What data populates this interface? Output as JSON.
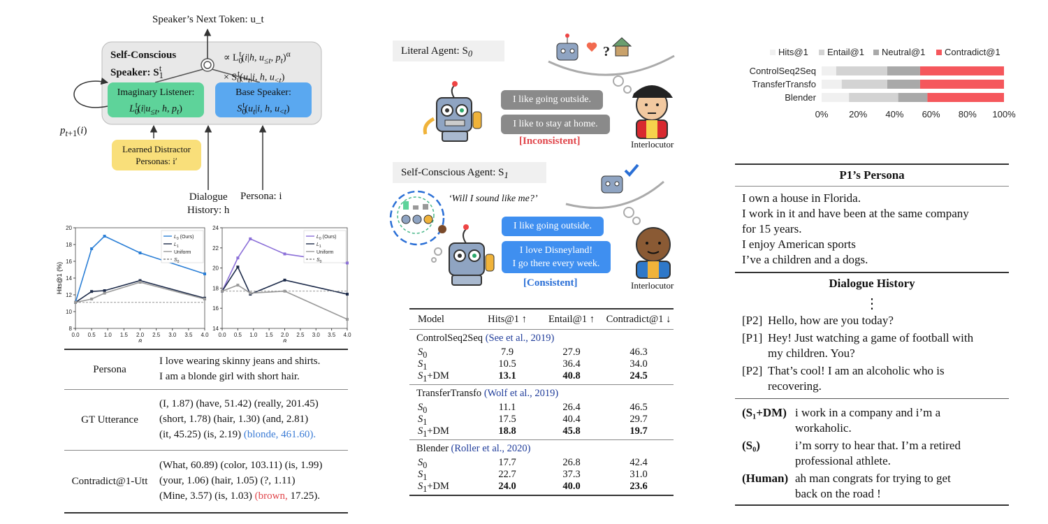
{
  "diagram": {
    "next_token": "Speaker’s Next Token: u_t",
    "self_conscious_line1": "Self-Conscious",
    "self_conscious_line2": "Speaker: S",
    "formula_line1": "∝ L",
    "formula_line2": "× S",
    "imaginary_title": "Imaginary Listener:",
    "base_title": "Base Speaker:",
    "distractor_line1": "Learned Distractor",
    "distractor_line2": "Personas: i′",
    "dialogue_line1": "Dialogue",
    "dialogue_line2": "History: h",
    "persona_label": "Persona: i",
    "feedback_label": "p",
    "colors": {
      "green": "#5ed39a",
      "blue": "#5aa8f0",
      "yellow": "#f9df7a",
      "gray": "#e8e8e8"
    }
  },
  "line_charts": {
    "chart_data": [
      {
        "type": "line",
        "ylabel": "Hits@1 (%)",
        "xlabel": "β",
        "x": [
          0.0,
          0.5,
          0.9,
          2.0,
          4.0
        ],
        "ylim": [
          8,
          20
        ],
        "yticks": [
          8,
          10,
          12,
          14,
          16,
          18,
          20
        ],
        "xticks": [
          0.0,
          0.5,
          1.0,
          1.5,
          2.0,
          2.5,
          3.0,
          3.5,
          4.0
        ],
        "series": [
          {
            "name": "L0 (Ours)",
            "color": "#2b7fd6",
            "values": [
              11.1,
              17.5,
              19.0,
              17.0,
              14.5
            ]
          },
          {
            "name": "L1",
            "color": "#1d2b4a",
            "values": [
              11.1,
              12.4,
              12.5,
              13.7,
              11.6
            ]
          },
          {
            "name": "Uniform",
            "color": "#9a9a9a",
            "values": [
              11.1,
              11.5,
              12.2,
              13.5,
              11.5
            ]
          },
          {
            "name": "S0",
            "color": "#888888",
            "dashed": true,
            "values": [
              11.1,
              11.1,
              11.1,
              11.1,
              11.1
            ]
          }
        ]
      },
      {
        "type": "line",
        "xlabel": "β",
        "x": [
          0.0,
          0.5,
          0.9,
          2.0,
          4.0
        ],
        "ylim": [
          14,
          24
        ],
        "yticks": [
          14,
          16,
          18,
          20,
          22,
          24
        ],
        "xticks": [
          0.0,
          0.5,
          1.0,
          1.5,
          2.0,
          2.5,
          3.0,
          3.5,
          4.0
        ],
        "series": [
          {
            "name": "L0 (Ours)",
            "color": "#8b6fd8",
            "values": [
              17.7,
              21.0,
              22.9,
              21.4,
              20.5
            ]
          },
          {
            "name": "L1",
            "color": "#1d2b4a",
            "values": [
              17.7,
              20.1,
              17.4,
              18.8,
              17.4
            ]
          },
          {
            "name": "Uniform",
            "color": "#9a9a9a",
            "values": [
              17.7,
              18.3,
              17.5,
              17.7,
              14.9
            ]
          },
          {
            "name": "S0",
            "color": "#888888",
            "dashed": true,
            "values": [
              17.7,
              17.7,
              17.7,
              17.7,
              17.7
            ]
          }
        ]
      }
    ],
    "legend_left": [
      "L",
      "L",
      "Uniform",
      "S"
    ],
    "legend_left_sub": [
      "0",
      "1",
      "",
      "0"
    ],
    "legend_left_suffix": [
      " (Ours)",
      "",
      "",
      ""
    ],
    "legend_right": [
      "L",
      "L",
      "Uniform",
      "S"
    ],
    "legend_right_sub": [
      "0",
      "1",
      "",
      "0"
    ],
    "legend_right_suffix": [
      " (Ours)",
      "",
      "",
      ""
    ]
  },
  "persona_table": {
    "persona_label": "Persona",
    "persona_lines": [
      "I love wearing skinny jeans and shirts.",
      "I am a blonde girl with short hair."
    ],
    "gt_label": "GT Utterance",
    "gt_lines": [
      "(I, 1.87) (have, 51.42) (really, 201.45)",
      "(short, 1.78) (hair, 1.30) (and, 2.81)",
      "(it, 45.25) (is, 2.19) "
    ],
    "gt_highlight": "(blonde, 461.60).",
    "contra_label": "Contradict@1-Utt",
    "contra_lines": [
      "(What, 60.89) (color, 103.11) (is, 1.99)",
      "(your, 1.06) (hair, 1.05) (?, 1.11)",
      "(Mine, 3.57) (is, 1.03) "
    ],
    "contra_highlight": "(brown,",
    "contra_tail": " 17.25)."
  },
  "agents": {
    "literal_title": "Literal Agent: S",
    "literal_bubble1": "I like going outside.",
    "literal_bubble2": "I like to stay at home.",
    "inconsistent": "[Inconsistent]",
    "interlocutor": "Interlocutor",
    "self_title": "Self-Conscious Agent: S",
    "thought": "‘Will I sound like me?’",
    "self_bubble1": "I like going outside.",
    "self_bubble2_line1": "I love Disneyland!",
    "self_bubble2_line2": "I go there every week.",
    "consistent": "[Consistent]",
    "interlocutor2": "Interlocutor"
  },
  "results_table": {
    "headers": [
      "Model",
      "Hits@1 ↑",
      "Entail@1 ↑",
      "Contradict@1 ↓"
    ],
    "groups": [
      {
        "name": "ControlSeq2Seq",
        "cite": "(See et al., 2019)",
        "rows": [
          {
            "model": "S0",
            "v": [
              "7.9",
              "27.9",
              "46.3"
            ]
          },
          {
            "model": "S1",
            "v": [
              "10.5",
              "36.4",
              "34.0"
            ]
          },
          {
            "model": "S1+DM",
            "v": [
              "13.1",
              "40.8",
              "24.5"
            ]
          }
        ]
      },
      {
        "name": "TransferTransfo",
        "cite": "(Wolf et al., 2019)",
        "rows": [
          {
            "model": "S0",
            "v": [
              "11.1",
              "26.4",
              "46.5"
            ]
          },
          {
            "model": "S1",
            "v": [
              "17.5",
              "40.4",
              "29.7"
            ]
          },
          {
            "model": "S1+DM",
            "v": [
              "18.8",
              "45.8",
              "19.7"
            ]
          }
        ]
      },
      {
        "name": "Blender",
        "cite": "(Roller et al., 2020)",
        "rows": [
          {
            "model": "S0",
            "v": [
              "17.7",
              "26.8",
              "42.4"
            ]
          },
          {
            "model": "S1",
            "v": [
              "22.7",
              "37.3",
              "31.0"
            ]
          },
          {
            "model": "S1+DM",
            "v": [
              "24.0",
              "40.0",
              "23.6"
            ]
          }
        ]
      }
    ]
  },
  "stacked_chart": {
    "chart_data": {
      "type": "bar",
      "orientation": "horizontal",
      "stacked": true,
      "categories": [
        "ControlSeq2Seq",
        "TransferTransfo",
        "Blender"
      ],
      "series": [
        {
          "name": "Hits@1",
          "color": "#f0f0f0",
          "values": [
            8,
            11,
            15
          ]
        },
        {
          "name": "Entail@1",
          "color": "#d3d3d3",
          "values": [
            28,
            25,
            27
          ]
        },
        {
          "name": "Neutral@1",
          "color": "#a9a9a9",
          "values": [
            18,
            18,
            16
          ]
        },
        {
          "name": "Contradict@1",
          "color": "#f5575c",
          "values": [
            46,
            46,
            42
          ]
        }
      ],
      "xticks": [
        "0%",
        "20%",
        "40%",
        "60%",
        "80%",
        "100%"
      ],
      "xlim": [
        0,
        100
      ],
      "legend_position": "top"
    }
  },
  "right_panel": {
    "persona_title": "P1’s Persona",
    "persona_lines": [
      "I own a house in Florida.",
      "I work in it and have been at the same company",
      "for 15 years.",
      "I enjoy American sports",
      "I’ve a children and a dogs."
    ],
    "history_title": "Dialogue History",
    "ellipsis": "⋮",
    "turns": [
      {
        "speaker": "[P2]",
        "lines": [
          "Hello, how are you today?"
        ]
      },
      {
        "speaker": "[P1]",
        "lines": [
          "Hey! Just watching a game of football with",
          "my children. You?"
        ]
      },
      {
        "speaker": "[P2]",
        "lines": [
          "That’s cool! I am an alcoholic who is",
          "recovering."
        ]
      }
    ],
    "responses": [
      {
        "speaker": "(S₁+DM)",
        "lines": [
          "i work in a company and i’m a",
          "workaholic."
        ]
      },
      {
        "speaker": "(S₀)",
        "lines": [
          "i’m sorry to hear that. I’m a retired",
          "professional athlete."
        ]
      },
      {
        "speaker": "(Human)",
        "lines": [
          "ah man congrats for trying to get",
          "back on the road !"
        ]
      }
    ]
  }
}
